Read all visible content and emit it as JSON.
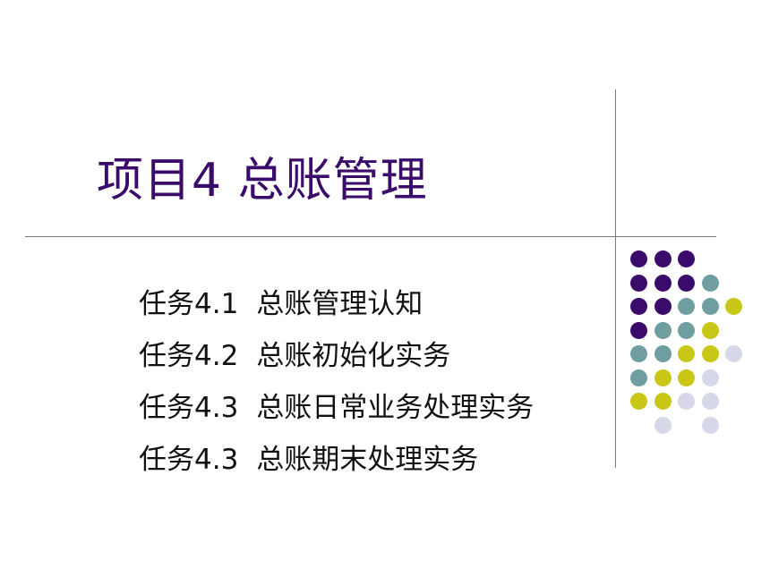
{
  "slide": {
    "title": "项目4 总账管理",
    "tasks": [
      {
        "number": "任务4.1",
        "name": "总账管理认知"
      },
      {
        "number": "任务4.2",
        "name": "总账初始化实务"
      },
      {
        "number": "任务4.3",
        "name": "总账日常业务处理实务"
      },
      {
        "number": "任务4.3",
        "name": "总账期末处理实务"
      }
    ]
  },
  "colors": {
    "title": "#3a0b6b",
    "purple": "#3a0b6b",
    "teal": "#6f9ea1",
    "yellow": "#c9c716",
    "lavender": "#d7d7ea"
  },
  "decoration": {
    "dot_grid": [
      [
        "purple",
        "purple",
        "purple",
        null,
        null
      ],
      [
        "purple",
        "purple",
        "purple",
        "teal",
        null
      ],
      [
        "purple",
        "purple",
        "teal",
        "teal",
        "yellow"
      ],
      [
        "purple",
        "teal",
        "teal",
        "yellow",
        null
      ],
      [
        "teal",
        "teal",
        "yellow",
        "yellow",
        "lavender"
      ],
      [
        "teal",
        "yellow",
        "yellow",
        "lavender",
        null
      ],
      [
        "yellow",
        "yellow",
        "lavender",
        "lavender",
        null
      ],
      [
        null,
        "lavender",
        null,
        "lavender",
        null
      ]
    ]
  }
}
